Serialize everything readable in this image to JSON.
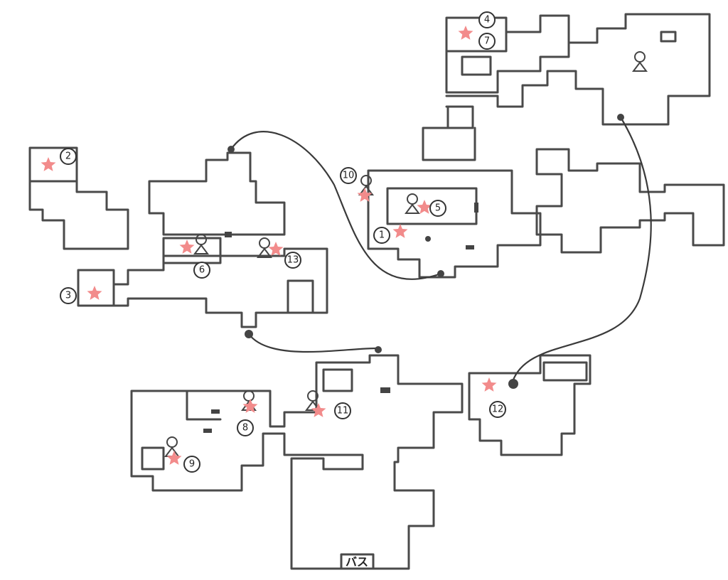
{
  "map": {
    "markers": [
      {
        "number": "1"
      },
      {
        "number": "2"
      },
      {
        "number": "3"
      },
      {
        "number": "4"
      },
      {
        "number": "5"
      },
      {
        "number": "6"
      },
      {
        "number": "7"
      },
      {
        "number": "8"
      },
      {
        "number": "9"
      },
      {
        "number": "10"
      },
      {
        "number": "11"
      },
      {
        "number": "12"
      },
      {
        "number": "13"
      }
    ],
    "bus_label": "バス",
    "colors": {
      "star": "#f28b8b",
      "wall": "#4a4a4a"
    }
  }
}
